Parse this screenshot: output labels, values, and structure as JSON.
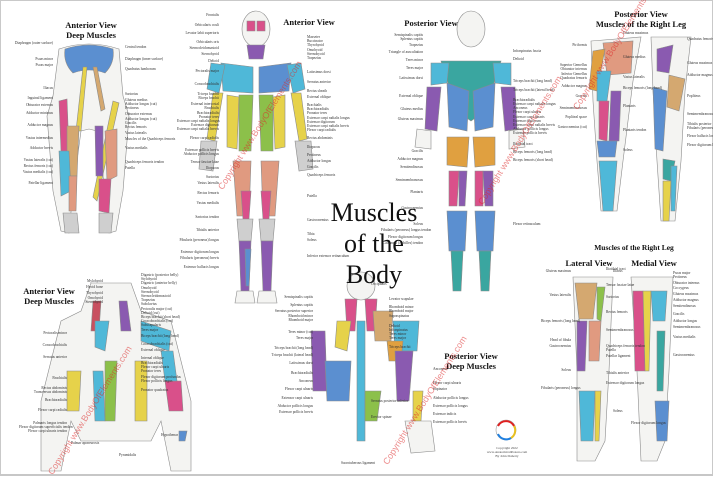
{
  "poster": {
    "main_title_lines": [
      "Muscles",
      "of the",
      "Body"
    ],
    "panels": {
      "anterior_deep_legs": {
        "title_lines": [
          "Anterior View",
          "Deep Muscles"
        ]
      },
      "anterior_view": {
        "title": "Anterior View"
      },
      "posterior_view": {
        "title": "Posterior View"
      },
      "posterior_right_leg": {
        "title_lines": [
          "Posterior View",
          "Muscles of the Right Leg"
        ]
      },
      "anterior_deep_torso": {
        "title_lines": [
          "Anterior View",
          "Deep Muscles"
        ]
      },
      "posterior_deep": {
        "title_lines": [
          "Posterior View",
          "Deep Muscles"
        ]
      },
      "right_leg": {
        "title": "Muscles of the Right Leg",
        "lateral": "Lateral View",
        "medial": "Medial View"
      }
    },
    "labels": {
      "deep_legs_left": [
        "Diaphragm (outer surface)",
        "Psoas minor",
        "Psoas major",
        "Iliacus",
        "Inguinal ligament",
        "Obturator externus",
        "Adductor minimus",
        "Adductor magnus",
        "Vastus intermedius",
        "Adductor brevis",
        "Vastus lateralis (cut)",
        "Rectus femoris (cut)",
        "Vastus medialis (cut)",
        "Patellar ligament"
      ],
      "deep_legs_right": [
        "Central tendon",
        "Diaphragm (inner surface)",
        "Quadratus lumborum",
        "Sartorius",
        "Gluteus medius",
        "Adductor longus (cut)",
        "Pectineus",
        "Obturator externus",
        "Adductor longus (cut)",
        "Gracilis",
        "Rectus femoris",
        "Vastus lateralis",
        "Muscles of the Quadriceps femoris",
        "Vastus medialis",
        "Quadriceps femoris tendon",
        "Patella"
      ],
      "anterior_left": [
        "Frontalis",
        "Orbicularis oculi",
        "Levator labii superioris",
        "Orbicularis oris",
        "Sternocleidomastoid",
        "Sternohyoid",
        "Deltoid",
        "Pectoralis major",
        "Coracobrachialis",
        "Triceps brachii",
        "Biceps brachii",
        "External intercostal",
        "Brachialis",
        "Brachioradialis",
        "Pronator teres",
        "Extensor carpi radialis longus",
        "Extensor digitorum",
        "Extensor carpi radialis brevis",
        "Flexor carpi radialis",
        "Extensor pollicis brevis",
        "Abductor pollicis longus",
        "Tensor fasciae latae",
        "Iliopsoas",
        "Sartorius",
        "Vastus lateralis",
        "Rectus femoris",
        "Vastus medialis",
        "Sartorius tendon",
        "Tibialis anterior",
        "Fibularis (peroneus) longus",
        "Extensor digitorum longus",
        "Fibularis (peroneus) brevis",
        "Extensor hallucis longus"
      ],
      "anterior_right": [
        "Masseter",
        "Buccinator",
        "Thyrohyoid",
        "Omohyoid",
        "Sternohyoid",
        "Trapezius",
        "Latissimus dorsi",
        "Serratus anterior",
        "Rectus sheath",
        "External oblique",
        "Brachialis",
        "Brachioradialis",
        "Pronator teres",
        "Extensor carpi radialis longus",
        "Extensor digitorum",
        "Extensor carpi radialis brevis",
        "Flexor carpi radialis",
        "Rectus abdominis",
        "Iliopsoas",
        "Pectineus",
        "Adductor longus",
        "Gracilis",
        "Quadriceps femoris",
        "Patella",
        "Gastrocnemius",
        "Tibia",
        "Soleus",
        "Inferior extensor retinaculum"
      ],
      "posterior_left": [
        "Semispinalis capitis",
        "Splenius capitis",
        "Trapezius",
        "Triangle of auscultation",
        "Teres minor",
        "Teres major",
        "Latissimus dorsi",
        "External oblique",
        "Gluteus medius",
        "Gluteus maximus",
        "Gracilis",
        "Adductor magnus",
        "Semitendinosus",
        "Semimembranosus",
        "Plantaris",
        "Gastrocnemius",
        "Soleus",
        "Fibularis (peroneus) longus tendon",
        "Flexor digitorum longus",
        "Calcaneal (Achilles) tendon"
      ],
      "posterior_right": [
        "Infraspinatus fascia",
        "Deltoid",
        "Triceps brachii (long head)",
        "Triceps brachii (lateral head)",
        "Brachioradialis",
        "Extensor carpi radialis longus",
        "Anconeus",
        "Flexor carpi ulnaris",
        "Extensor carpi ulnaris",
        "Extensor digitorum",
        "Extensor carpi radialis brevis",
        "Abductor pollicis longus",
        "Extensor pollicis brevis",
        "Iliotibial tract",
        "Biceps femoris (long head)",
        "Biceps femoris (short head)",
        "Flexor retinaculum"
      ],
      "right_leg_posterior": [
        "Gluteus maximus",
        "Piriformis",
        "Superior Gemellus",
        "Obturator internus",
        "Inferior Gemellus",
        "Quadratus femoris",
        "Adductor magnus",
        "Gracilis",
        "Semimembranosus",
        "Popliteal space",
        "Gastrocnemius (cut)",
        "Gluteus medius",
        "Vastus lateralis",
        "Biceps femoris (long head)",
        "Plantaris",
        "Plantaris tendon",
        "Soleus",
        "Calcaneal (Achilles) tendon",
        "Sacrotuberous ligament",
        "Gluteus minimus",
        "Quadratus femoris",
        "Gluteus maximus (insertion)",
        "Adductor magnus",
        "Popliteus",
        "Semimembranosus tendon",
        "Tibialis posterior",
        "Fibularis (peroneus) longus",
        "Flexor hallucis longus",
        "Flexor digitorum longus",
        "Flexor retinaculum"
      ],
      "right_leg_lateral": [
        "Gluteus maximus",
        "Tensor fasciae latae",
        "Vastus lateralis",
        "Biceps femoris (long head)",
        "Iliotibial tract",
        "Sartorius",
        "Rectus femoris",
        "Semimembranosus",
        "Quadriceps femoris tendon",
        "Patella",
        "Patellar ligament",
        "Head of fibula",
        "Gastrocnemius",
        "Tibialis anterior",
        "Extensor digitorum longus",
        "Soleus",
        "Fibularis (peroneus) longus"
      ],
      "right_leg_medial": [
        "Iliacus",
        "Psoas major",
        "Pectineus",
        "Obturator internus",
        "Coccygeus",
        "Gluteus maximus",
        "Adductor magnus",
        "Semitendinosus",
        "Gracilis",
        "Adductor longus",
        "Semimembranosus",
        "Vastus medialis",
        "Gastrocnemius",
        "Soleus",
        "Flexor digitorum longus"
      ],
      "deep_torso_left": [
        "Mylohyoid",
        "Hyoid bone",
        "Thyrohyoid",
        "Omohyoid",
        "Sternohyoid",
        "Pectoralis minor",
        "Coracobrachialis",
        "Serratus anterior",
        "Brachialis",
        "Rectus abdominis",
        "Transversus abdominis",
        "Brachioradialis",
        "Flexor carpi radialis",
        "Palmaris longus tendon",
        "Flexor digitorum superficialis tendon",
        "Flexor carpi ulnaris tendon",
        "Palmar aponeurosis"
      ],
      "deep_torso_right": [
        "Digastric (posterior belly)",
        "Stylohyoid",
        "Digastric (anterior belly)",
        "Omohyoid",
        "Sternohyoid",
        "Sternocleidomastoid",
        "Trapezius",
        "Subclavius",
        "Pectoralis major (cut)",
        "Deltoid (cut)",
        "Biceps brachii (short head)",
        "Coracobrachialis (cut)",
        "Subscapularis",
        "Teres major",
        "Biceps brachii (long head)",
        "Coracobrachialis (cut)",
        "External oblique",
        "Internal oblique",
        "Brachioradialis",
        "Flexor carpi ulnaris",
        "Pronator teres",
        "Flexor digitorum profundus",
        "Flexor pollicis longus",
        "Pronator quadratus",
        "Hypothenar",
        "Pyramidalis"
      ],
      "posterior_deep_left": [
        "Occipitalis",
        "Semispinalis capitis",
        "Splenius capitis",
        "Serratus posterior superior",
        "Rhomboid minor",
        "Rhomboid major",
        "Teres minor (cut)",
        "Teres major",
        "Triceps brachii (long head)",
        "Triceps brachii (lateral head)",
        "Latissimus dorsi",
        "Brachioradialis",
        "Anconeus",
        "Flexor carpi ulnaris",
        "Extensor carpi ulnaris",
        "Abductor pollicis longus",
        "Extensor pollicis brevis",
        "Sacrotuberous ligament"
      ],
      "posterior_deep_right": [
        "Levator scapulae",
        "Rhomboid minor",
        "Rhomboid major",
        "Supraspinatus",
        "Deltoid",
        "Infraspinatus",
        "Teres minor",
        "Teres major",
        "Triceps brachii",
        "Serratus posterior inferior",
        "Erector spinae",
        "Anconeus",
        "Flexor carpi ulnaris",
        "Supinator",
        "Abductor pollicis longus",
        "Extensor pollicis longus",
        "Extensor indicis",
        "Extensor pollicis brevis"
      ]
    },
    "watermark": "Copyright www.BodyOfElements.com",
    "copyright_lines": [
      "Copyright 2022",
      "www.AnatomicalPosters.com",
      "By John Doherty"
    ],
    "colors": {
      "blue": "#5b8fd0",
      "cyan": "#4fb8d8",
      "teal": "#3aa6a0",
      "pink": "#d9508a",
      "purple": "#8a5ab0",
      "yellow": "#e6d24a",
      "green": "#8cc04a",
      "tan": "#d4a870",
      "salmon": "#e09a80",
      "orange": "#e0a040",
      "bone": "#eeeeea",
      "outline": "#8b8b8b",
      "watermark": "#dc2828"
    }
  }
}
